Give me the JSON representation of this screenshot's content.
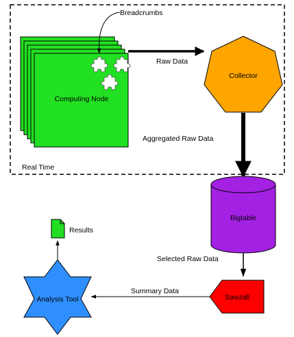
{
  "labels": {
    "breadcrumbs": "Breadcrumbs",
    "computing_node": "Computing Node",
    "raw_data": "Raw Data",
    "collector": "Collector",
    "aggregated_raw_data": "Aggregated Raw Data",
    "real_time": "Real Time",
    "bigtable": "Bigtable",
    "results": "Results",
    "selected_raw_data": "Selected Raw Data",
    "summary_data": "Summary Data",
    "sawzall": "Sawzall",
    "analysis_tool": "Analysis Tool"
  },
  "colors": {
    "node_green": "#22e022",
    "collector_orange": "#ffa500",
    "bigtable_purple": "#a321e3",
    "sawzall_red": "#ff0000",
    "analysis_blue": "#2f8fff",
    "results_green": "#22dd22"
  }
}
